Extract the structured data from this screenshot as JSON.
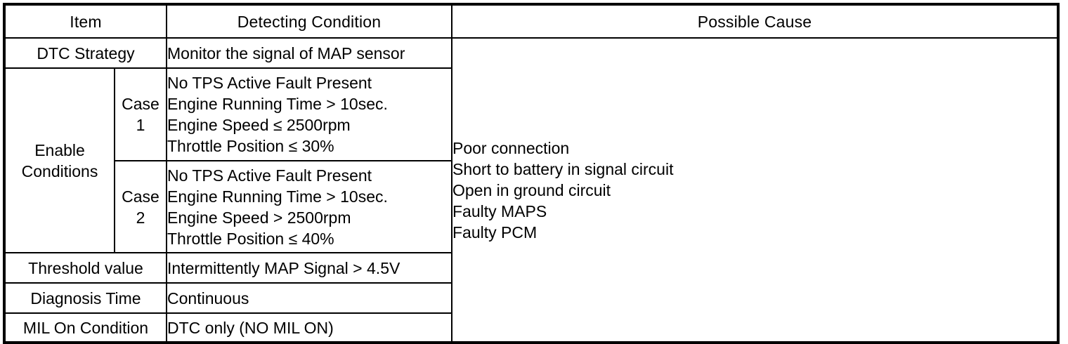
{
  "table": {
    "headers": {
      "item": "Item",
      "detecting_condition": "Detecting Condition",
      "possible_cause": "Possible Cause"
    },
    "rows": {
      "dtc_strategy": {
        "item": "DTC Strategy",
        "detecting_condition": "Monitor the signal of MAP sensor"
      },
      "enable_conditions": {
        "item_line1": "Enable",
        "item_line2": "Conditions",
        "case1": {
          "label_word": "Case",
          "label_num": "1",
          "lines": [
            "No TPS Active Fault Present",
            "Engine Running Time > 10sec.",
            "Engine Speed ≤ 2500rpm",
            "Throttle Position ≤ 30%"
          ]
        },
        "case2": {
          "label_word": "Case",
          "label_num": "2",
          "lines": [
            "No TPS Active Fault Present",
            "Engine Running Time > 10sec.",
            "Engine Speed > 2500rpm",
            "Throttle Position ≤ 40%"
          ]
        }
      },
      "threshold_value": {
        "item": "Threshold value",
        "detecting_condition": "Intermittently MAP Signal > 4.5V"
      },
      "diagnosis_time": {
        "item": "Diagnosis Time",
        "detecting_condition": "Continuous"
      },
      "mil_on_condition": {
        "item": "MIL On Condition",
        "detecting_condition": "DTC only (NO MIL ON)"
      }
    },
    "possible_cause": {
      "lines": [
        "Poor connection",
        "Short to battery in signal circuit",
        "Open in ground circuit",
        "Faulty MAPS",
        "Faulty PCM"
      ]
    }
  },
  "colors": {
    "border": "#000000",
    "text": "#000000",
    "background": "#ffffff"
  }
}
